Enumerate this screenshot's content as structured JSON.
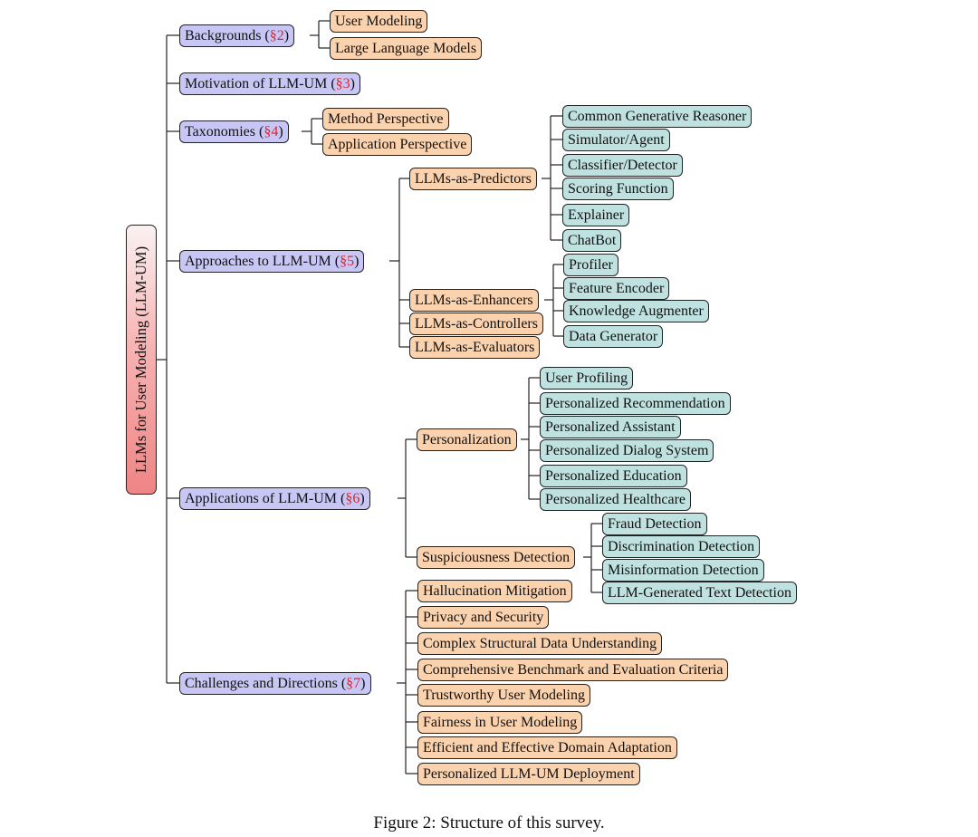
{
  "root": {
    "label": "LLMs for User Modeling (LLM-UM)"
  },
  "sections": {
    "backgrounds": {
      "label": "Backgrounds (",
      "ref": "§2",
      "close": ")",
      "children": [
        "User Modeling",
        "Large Language Models"
      ]
    },
    "motivation": {
      "label": "Motivation of LLM-UM (",
      "ref": "§3",
      "close": ")"
    },
    "taxonomies": {
      "label": "Taxonomies (",
      "ref": "§4",
      "close": ")",
      "children": [
        "Method Perspective",
        "Application Perspective"
      ]
    },
    "approaches": {
      "label": "Approaches to LLM-UM (",
      "ref": "§5",
      "close": ")",
      "predictors": {
        "label": "LLMs-as-Predictors",
        "children": [
          "Common Generative Reasoner",
          "Simulator/Agent",
          "Classifier/Detector",
          "Scoring Function",
          "Explainer",
          "ChatBot"
        ]
      },
      "enhancers": {
        "label": "LLMs-as-Enhancers",
        "children": [
          "Profiler",
          "Feature Encoder",
          "Knowledge Augmenter",
          "Data Generator"
        ]
      },
      "controllers": {
        "label": "LLMs-as-Controllers"
      },
      "evaluators": {
        "label": "LLMs-as-Evaluators"
      }
    },
    "applications": {
      "label": "Applications of LLM-UM (",
      "ref": "§6",
      "close": ")",
      "personalization": {
        "label": "Personalization",
        "children": [
          "User Profiling",
          "Personalized Recommendation",
          "Personalized Assistant",
          "Personalized Dialog System",
          "Personalized Education",
          "Personalized Healthcare"
        ]
      },
      "suspiciousness": {
        "label": "Suspiciousness Detection",
        "children": [
          "Fraud Detection",
          "Discrimination Detection",
          "Misinformation Detection",
          "LLM-Generated Text Detection"
        ]
      }
    },
    "challenges": {
      "label": "Challenges and Directions (",
      "ref": "§7",
      "close": ")",
      "children": [
        "Hallucination Mitigation",
        "Privacy and Security",
        "Complex Structural Data Understanding",
        "Comprehensive Benchmark and Evaluation Criteria",
        "Trustworthy User Modeling",
        "Fairness in User Modeling",
        "Efficient and Effective Domain Adaptation",
        "Personalized LLM-UM Deployment"
      ]
    }
  },
  "caption": "Figure 2: Structure of this survey.",
  "colors": {
    "section_fill": "#c7c6f4",
    "branch_fill": "#fbd2ae",
    "leaf_fill": "#bfe2e0",
    "ref_color": "#e0242b",
    "root_fill": "#ef8585"
  }
}
